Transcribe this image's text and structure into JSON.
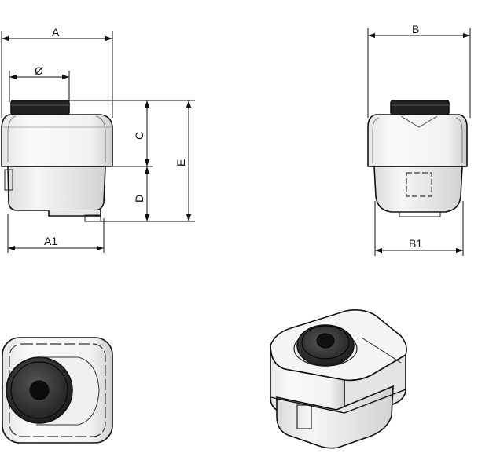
{
  "dimensions": {
    "a": "A",
    "diameter": "Ø",
    "a1": "A1",
    "c": "C",
    "d": "D",
    "e": "E",
    "b": "B",
    "b1": "B1"
  },
  "colors": {
    "body_light": "#f4f4f4",
    "body_shade": "#d9d9d9",
    "cap_dark": "#2a2a2a",
    "line": "#111111"
  },
  "icons": {
    "arrowhead": "dimension-arrow-icon"
  }
}
